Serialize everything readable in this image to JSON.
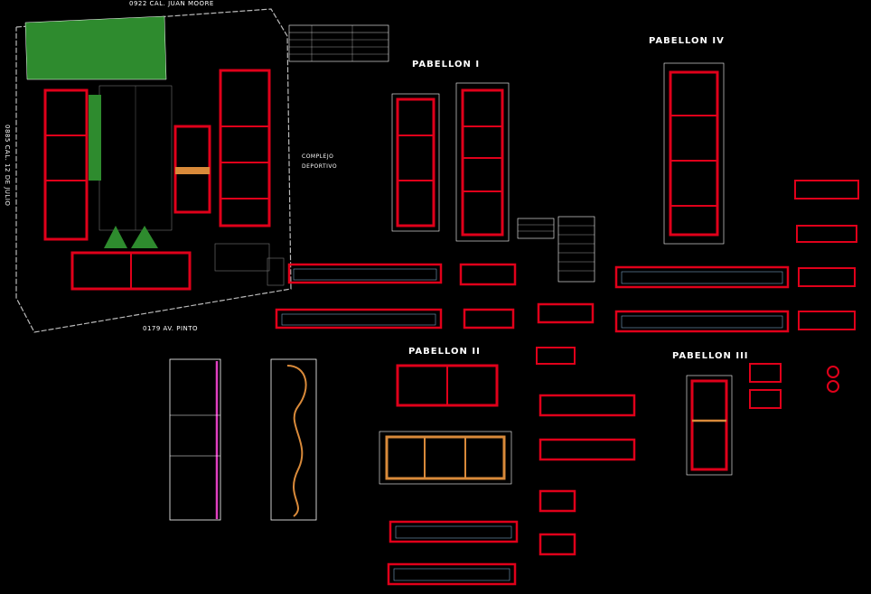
{
  "streets": {
    "top": "0922 CAL. JUAN MOORE",
    "bottom": "0179 AV. PINTO",
    "left": "0885 CAL. 12 DE JULIO"
  },
  "site": {
    "complex_label_1": "COMPLEJO",
    "complex_label_2": "DEPORTIVO"
  },
  "pavilions": {
    "p1": "PABELLON I",
    "p2": "PABELLON II",
    "p3": "PABELLON III",
    "p4": "PABELLON IV"
  },
  "colors": {
    "background": "#000000",
    "wall": "#e0001a",
    "grass": "#2e8b2e",
    "outline": "#ffffff",
    "accent": "#d98a3a"
  }
}
